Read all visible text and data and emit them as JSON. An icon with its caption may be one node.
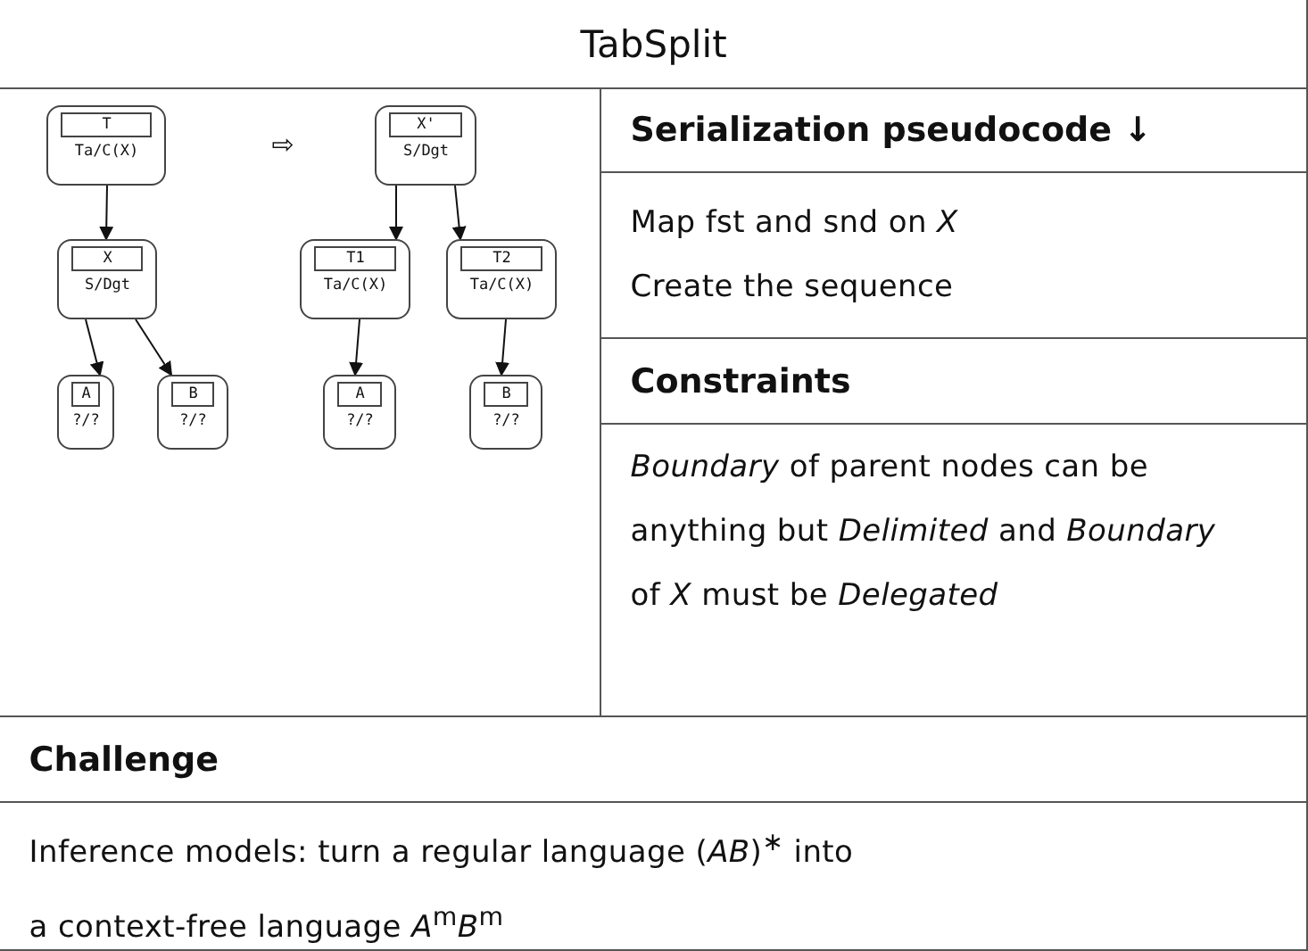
{
  "diagram": {
    "title": "TabSplit",
    "nodes": [
      {
        "text": [
          "T",
          "Ta/C(X)"
        ]
      },
      {
        "text": [
          "X",
          "S/Dgt"
        ]
      },
      {
        "text": [
          "A",
          "?/?"
        ]
      },
      {
        "text": [
          "B",
          "?/?"
        ]
      },
      {
        "text": [
          "X'",
          "S/Dgt"
        ]
      },
      {
        "text": [
          "T1",
          "Ta/C(X)"
        ]
      },
      {
        "text": [
          "T2",
          "Ta/C(X)"
        ]
      },
      {
        "text": [
          "A",
          "?/?"
        ]
      },
      {
        "text": [
          "B",
          "?/?"
        ]
      }
    ],
    "edges": [
      {
        "from": 0,
        "to": 1,
        "arrow": "to"
      },
      {
        "from": 1,
        "to": 2,
        "arrow": "to"
      },
      {
        "from": 1,
        "to": 3,
        "arrow": "to"
      },
      {
        "from": 4,
        "to": 5,
        "arrow": "to"
      },
      {
        "from": 4,
        "to": 6,
        "arrow": "to"
      },
      {
        "from": 5,
        "to": 7,
        "arrow": "to"
      },
      {
        "from": 6,
        "to": 8,
        "arrow": "to"
      }
    ],
    "labels": [
      "⇨",
      "Serialization pseudocode ↓",
      "Map fst and snd on *X*",
      "Create the sequence",
      "Constraints",
      "*Boundary* of parent nodes can be anything but *Delimited* and *Boundary* of *X* must be *Delegated*",
      "Challenge",
      "Inference models: turn a regular language (*AB*)$^{∗}$ into a context-free language *A*$^{m}$*B*$^{m}$"
    ]
  }
}
